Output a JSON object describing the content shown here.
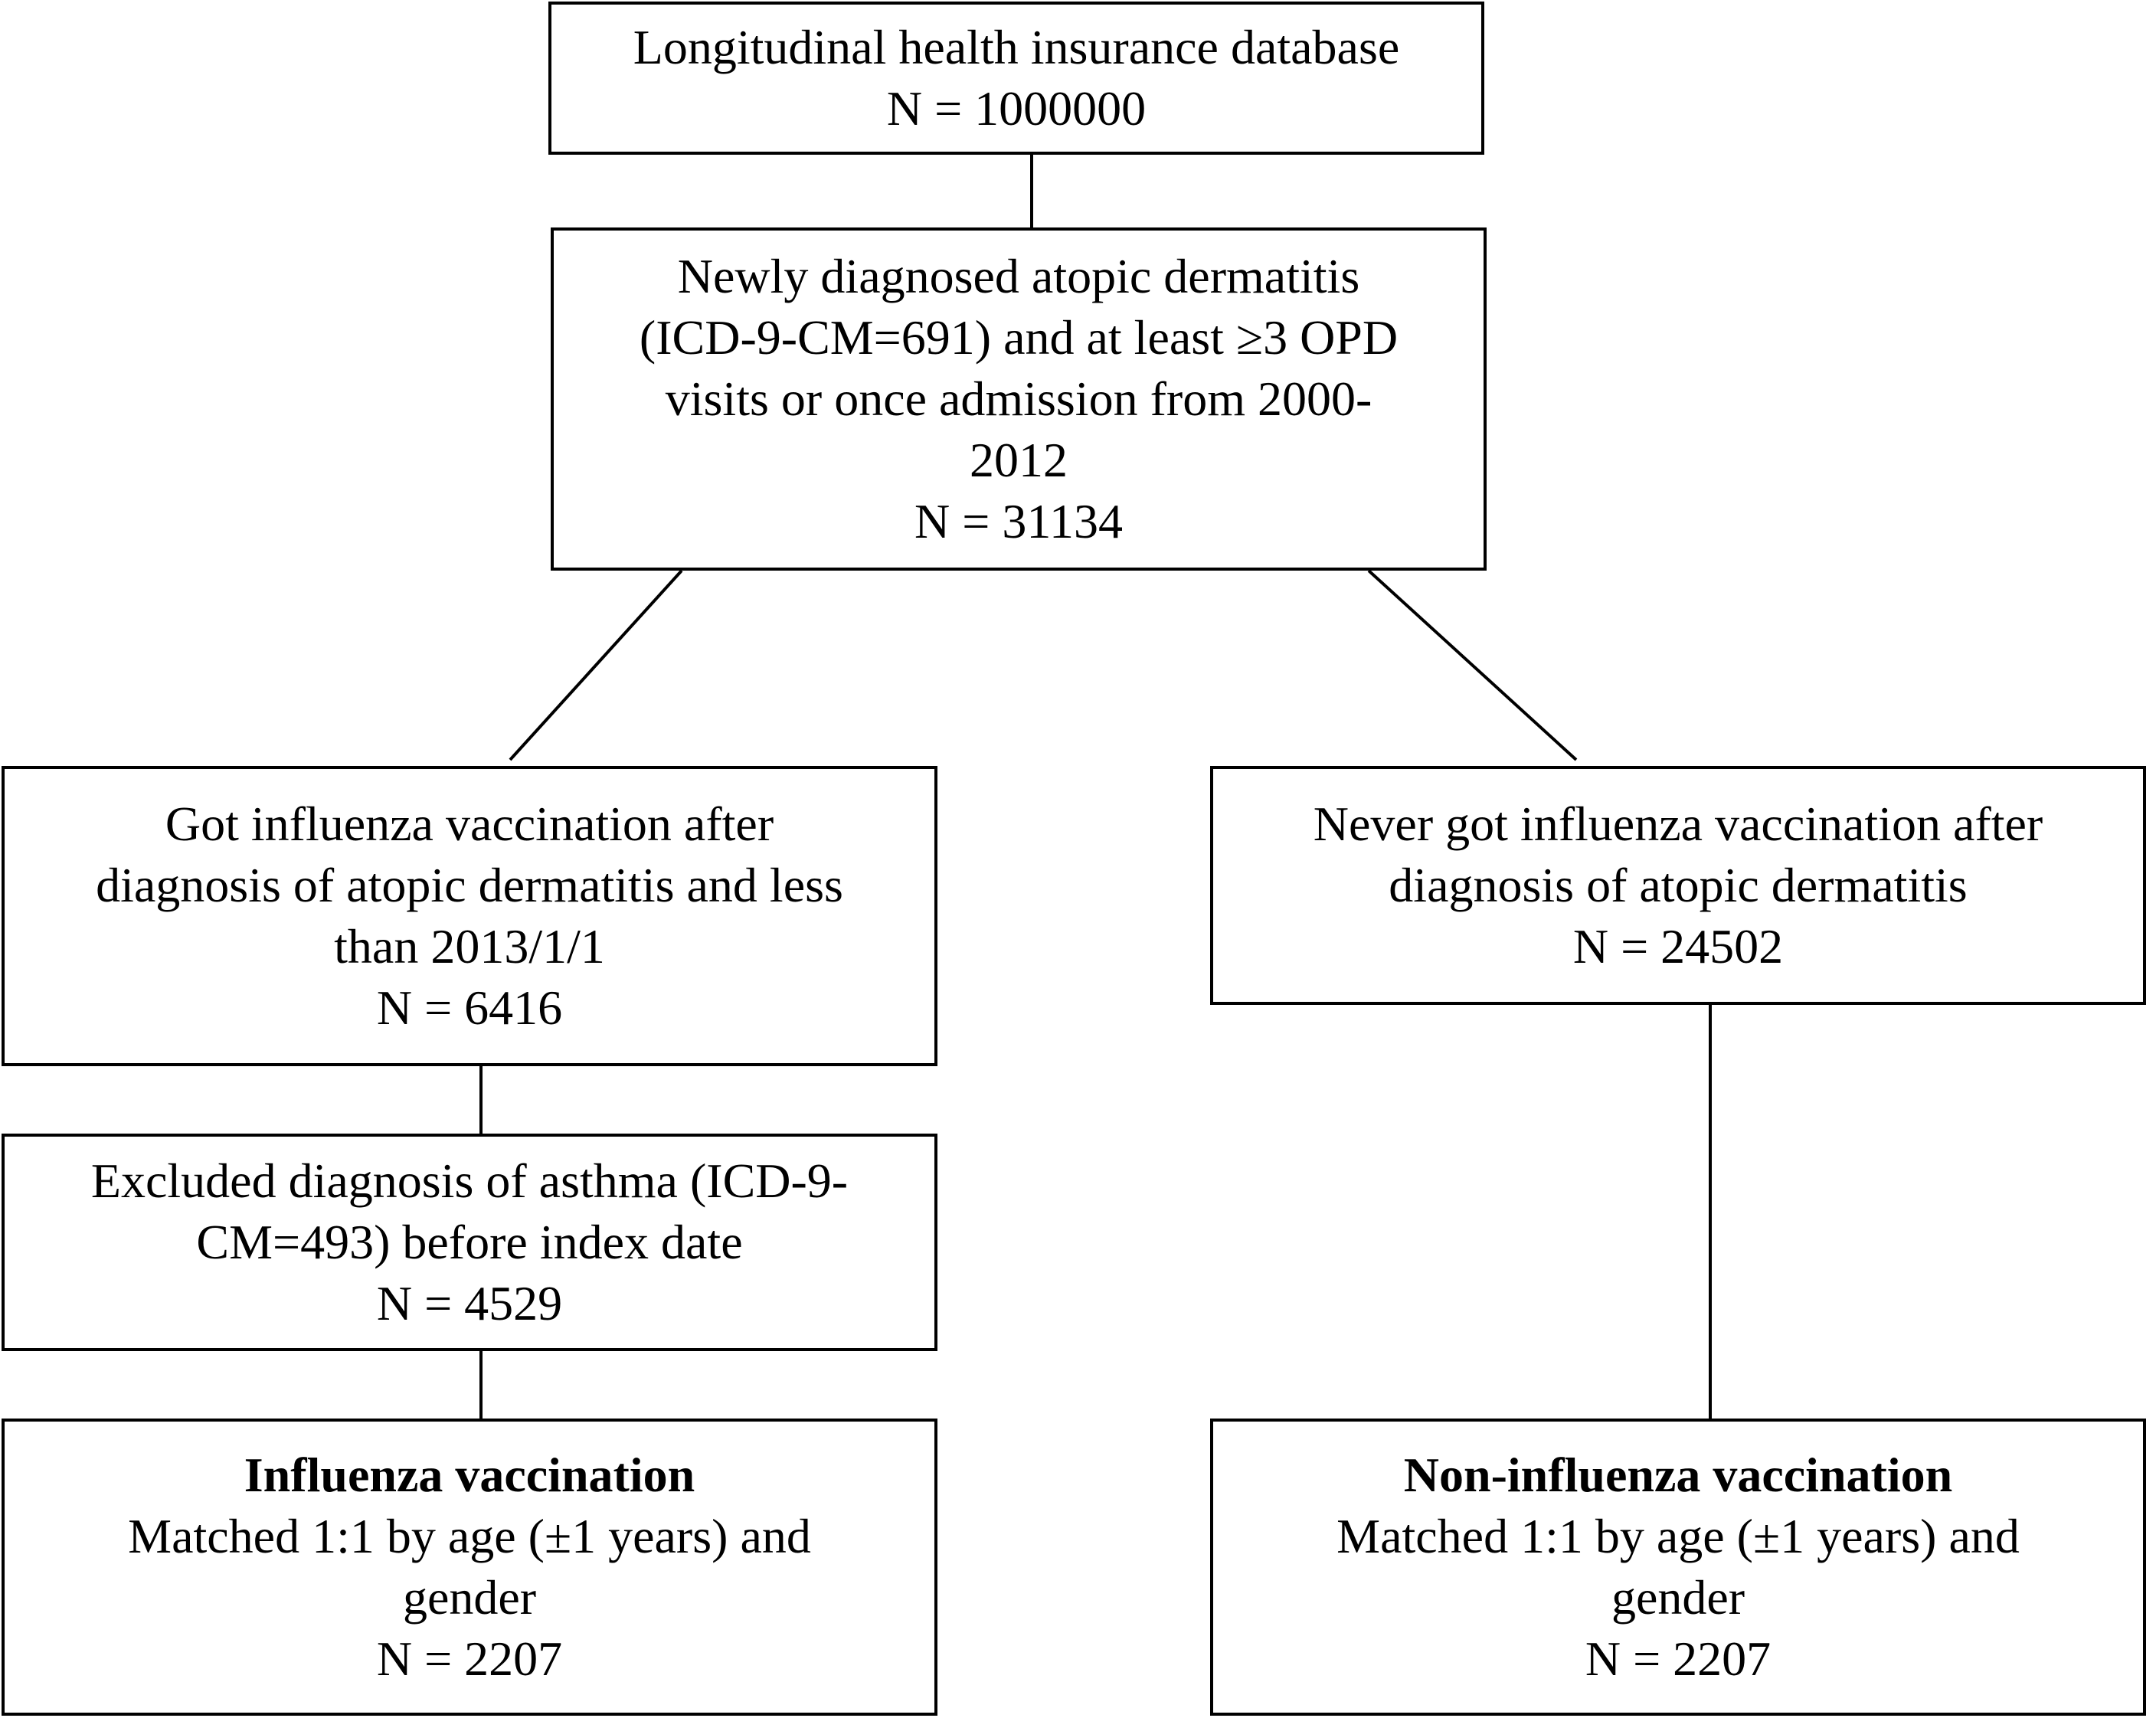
{
  "boxes": {
    "database": {
      "lines": [
        "Longitudinal health insurance database",
        "N = 1000000"
      ]
    },
    "atopic": {
      "lines": [
        "Newly diagnosed atopic dermatitis",
        "(ICD-9-CM=691) and at least ≥3 OPD",
        "visits or once admission from 2000-",
        "2012",
        "N = 31134"
      ]
    },
    "vaccinated": {
      "lines": [
        "Got influenza vaccination after",
        "diagnosis of atopic dermatitis and less",
        "than 2013/1/1",
        "N = 6416"
      ]
    },
    "never": {
      "lines": [
        "Never got influenza vaccination after",
        "diagnosis of atopic dermatitis",
        "N = 24502"
      ]
    },
    "excluded": {
      "lines": [
        "Excluded diagnosis of asthma (ICD-9-",
        "CM=493) before index date",
        "N = 4529"
      ]
    },
    "influenza": {
      "title": "Influenza vaccination",
      "lines": [
        "Matched 1:1 by age (±1 years) and",
        "gender",
        "N = 2207"
      ]
    },
    "noninfluenza": {
      "title": "Non-influenza vaccination",
      "lines": [
        "Matched 1:1 by age (±1 years) and",
        "gender",
        "N = 2207"
      ]
    }
  }
}
